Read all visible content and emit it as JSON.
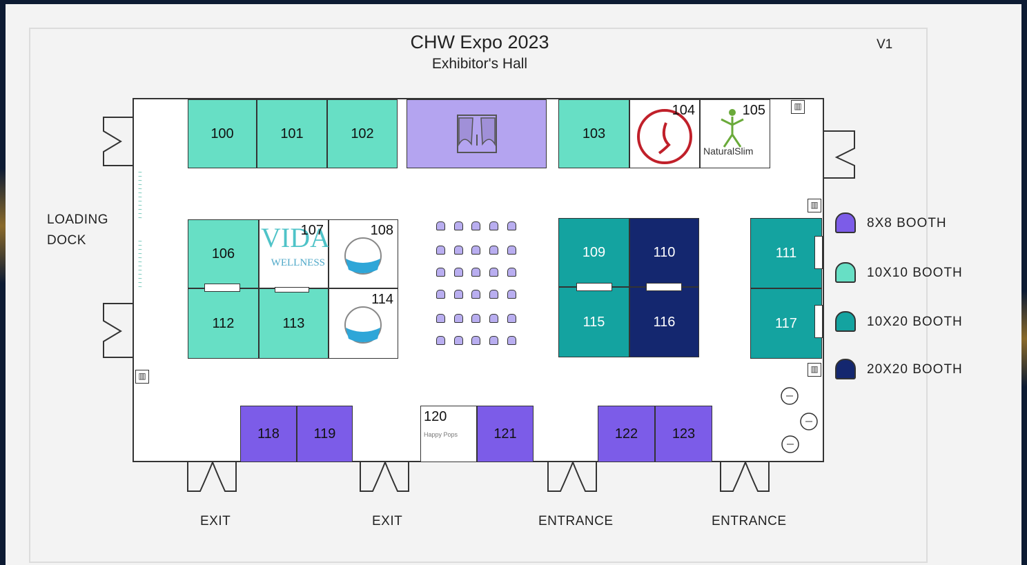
{
  "title": "CHW Expo 2023",
  "subtitle": "Exhibitor's Hall",
  "version": "V1",
  "labels": {
    "loading_dock": "LOADING\nDOCK",
    "exit1": "EXIT",
    "exit2": "EXIT",
    "entrance1": "ENTRANCE",
    "entrance2": "ENTRANCE"
  },
  "legend": [
    {
      "label": "8X8 BOOTH",
      "color": "#7c5ce8"
    },
    {
      "label": "10X10 BOOTH",
      "color": "#67dfc5"
    },
    {
      "label": "10X20 BOOTH",
      "color": "#14a3a0"
    },
    {
      "label": "20X20 BOOTH",
      "color": "#14276f"
    }
  ],
  "booths": {
    "b100": "100",
    "b101": "101",
    "b102": "102",
    "b103": "103",
    "b104": "104",
    "b105": "105",
    "b106": "106",
    "b107": "107",
    "b108": "108",
    "b109": "109",
    "b110": "110",
    "b111": "111",
    "b112": "112",
    "b113": "113",
    "b114": "114",
    "b115": "115",
    "b116": "116",
    "b117": "117",
    "b118": "118",
    "b119": "119",
    "b120": "120",
    "b121": "121",
    "b122": "122",
    "b123": "123"
  },
  "logos": {
    "natural_slim": "NaturalSlim",
    "vida": "VIDA",
    "wellness": "WELLNESS",
    "happy_pops": "Happy Pops"
  }
}
